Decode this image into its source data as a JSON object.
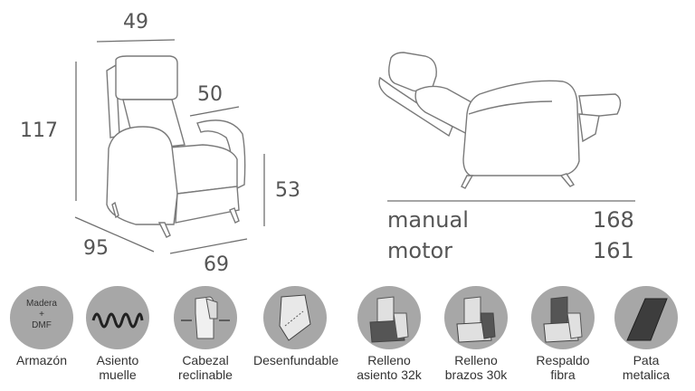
{
  "front_view": {
    "width_top": "49",
    "depth_top": "50",
    "height": "117",
    "seat_height": "53",
    "depth_bottom": "95",
    "width_bottom": "69"
  },
  "side_view": {
    "rows": [
      {
        "label": "manual",
        "value": "168"
      },
      {
        "label": "motor",
        "value": "161"
      }
    ]
  },
  "features": [
    {
      "icon": "wood-frame-icon",
      "icon_text": [
        "Madera",
        "+",
        "DMF"
      ],
      "label": "Armazón"
    },
    {
      "icon": "spring-icon",
      "label": "Asiento\nmuelle"
    },
    {
      "icon": "headrest-icon",
      "label": "Cabezal\nreclinable"
    },
    {
      "icon": "removable-cover-icon",
      "label": "Desenfundable"
    },
    {
      "icon": "seat-padding-icon",
      "label": "Relleno\nasiento 32k"
    },
    {
      "icon": "arm-padding-icon",
      "label": "Relleno\nbrazos 30k"
    },
    {
      "icon": "backrest-fiber-icon",
      "label": "Respaldo\nfibra"
    },
    {
      "icon": "metal-leg-icon",
      "label": "Pata\nmetalica"
    }
  ]
}
